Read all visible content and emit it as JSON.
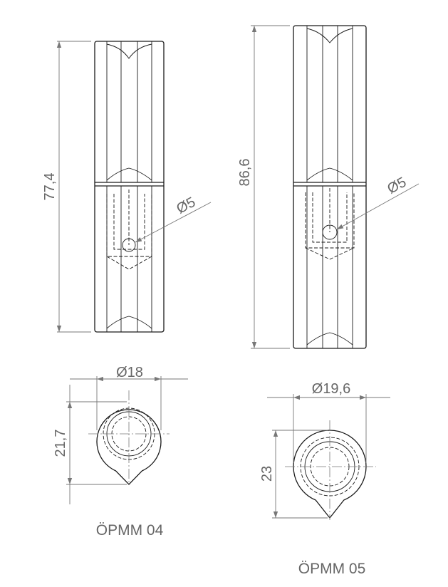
{
  "parts": [
    {
      "name": "ÖPMM 04",
      "length_label": "77,4",
      "pin_diameter_label": "Ø5",
      "diameter_label": "Ø18",
      "height_label": "21,7"
    },
    {
      "name": "ÖPMM 05",
      "length_label": "86,6",
      "pin_diameter_label": "Ø5",
      "diameter_label": "Ø19,6",
      "height_label": "23"
    }
  ]
}
